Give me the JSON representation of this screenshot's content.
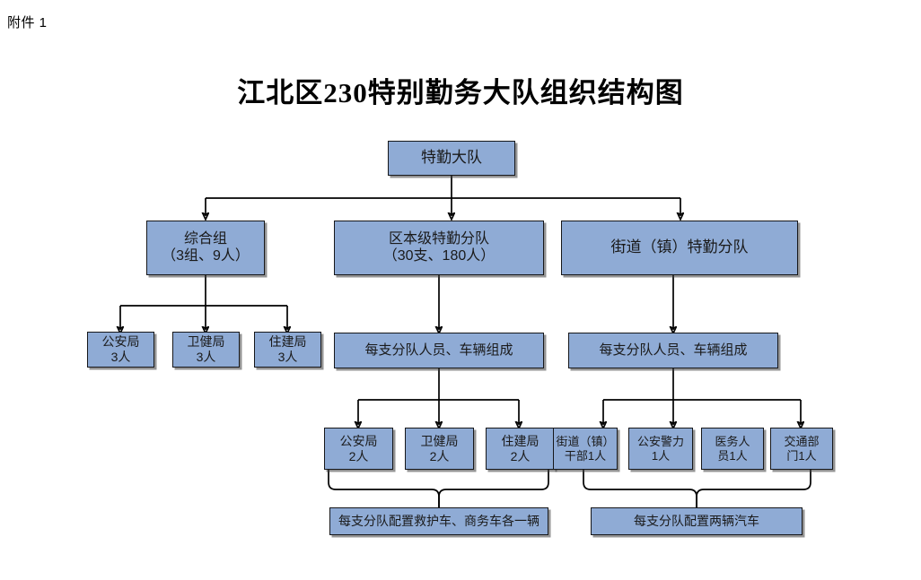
{
  "document": {
    "attachment_label": "附件 1",
    "title": "江北区230特别勤务大队组织结构图"
  },
  "theme": {
    "node_fill": "#8FABD5",
    "node_border": "#16171A",
    "connector_color": "#000000",
    "page_background": "#FFFFFF"
  },
  "chart_data": {
    "type": "diagram",
    "subtype": "organization-chart",
    "title": "江北区230特别勤务大队组织结构图",
    "orientation": "top-down",
    "nodes": [
      {
        "id": "root",
        "label": "特勤大队",
        "lines": [
          "特勤大队"
        ],
        "level": 0
      },
      {
        "id": "l1a",
        "label": "综合组（3组、9人）",
        "lines": [
          "综合组",
          "（3组、9人）"
        ],
        "level": 1
      },
      {
        "id": "l1b",
        "label": "区本级特勤分队（30支、180人）",
        "lines": [
          "区本级特勤分队",
          "（30支、180人）"
        ],
        "level": 1
      },
      {
        "id": "l1c",
        "label": "街道（镇）特勤分队",
        "lines": [
          "街道（镇）特勤分队"
        ],
        "level": 1
      },
      {
        "id": "l2a1",
        "label": "公安局 3人",
        "lines": [
          "公安局",
          "3人"
        ],
        "level": 2
      },
      {
        "id": "l2a2",
        "label": "卫健局 3人",
        "lines": [
          "卫健局",
          "3人"
        ],
        "level": 2
      },
      {
        "id": "l2a3",
        "label": "住建局 3人",
        "lines": [
          "住建局",
          "3人"
        ],
        "level": 2
      },
      {
        "id": "l2b",
        "label": "每支分队人员、车辆组成",
        "lines": [
          "每支分队人员、车辆组成"
        ],
        "level": 2
      },
      {
        "id": "l2c",
        "label": "每支分队人员、车辆组成",
        "lines": [
          "每支分队人员、车辆组成"
        ],
        "level": 2
      },
      {
        "id": "l3b1",
        "label": "公安局 2人",
        "lines": [
          "公安局",
          "2人"
        ],
        "level": 3
      },
      {
        "id": "l3b2",
        "label": "卫健局 2人",
        "lines": [
          "卫健局",
          "2人"
        ],
        "level": 3
      },
      {
        "id": "l3b3",
        "label": "住建局 2人",
        "lines": [
          "住建局",
          "2人"
        ],
        "level": 3
      },
      {
        "id": "l3c1",
        "label": "街道（镇）干部1人",
        "lines": [
          "街道（镇）",
          "干部1人"
        ],
        "level": 3
      },
      {
        "id": "l3c2",
        "label": "公安警力 1人",
        "lines": [
          "公安警力",
          "1人"
        ],
        "level": 3
      },
      {
        "id": "l3c3",
        "label": "医务人员1人",
        "lines": [
          "医务人",
          "员1人"
        ],
        "level": 3
      },
      {
        "id": "l3c4",
        "label": "交通部门1人",
        "lines": [
          "交通部",
          "门1人"
        ],
        "level": 3
      },
      {
        "id": "l4b",
        "label": "每支分队配置救护车、商务车各一辆",
        "lines": [
          "每支分队配置救护车、商务车各一辆"
        ],
        "level": 4
      },
      {
        "id": "l4c",
        "label": "每支分队配置两辆汽车",
        "lines": [
          "每支分队配置两辆汽车"
        ],
        "level": 4
      }
    ],
    "edges": [
      {
        "from": "root",
        "to": "l1a"
      },
      {
        "from": "root",
        "to": "l1b"
      },
      {
        "from": "root",
        "to": "l1c"
      },
      {
        "from": "l1a",
        "to": "l2a1"
      },
      {
        "from": "l1a",
        "to": "l2a2"
      },
      {
        "from": "l1a",
        "to": "l2a3"
      },
      {
        "from": "l1b",
        "to": "l2b"
      },
      {
        "from": "l1c",
        "to": "l2c"
      },
      {
        "from": "l2b",
        "to": "l3b1"
      },
      {
        "from": "l2b",
        "to": "l3b2"
      },
      {
        "from": "l2b",
        "to": "l3b3"
      },
      {
        "from": "l2c",
        "to": "l3c1"
      },
      {
        "from": "l2c",
        "to": "l3c2"
      },
      {
        "from": "l2c",
        "to": "l3c3"
      },
      {
        "from": "l2c",
        "to": "l3c4"
      },
      {
        "from": "l3b1",
        "to": "l4b"
      },
      {
        "from": "l3b3",
        "to": "l4b"
      },
      {
        "from": "l3c1",
        "to": "l4c"
      },
      {
        "from": "l3c4",
        "to": "l4c"
      }
    ]
  },
  "nodes": {
    "root": {
      "l1": "特勤大队"
    },
    "l1a": {
      "l1": "综合组",
      "l2": "（3组、9人）"
    },
    "l1b": {
      "l1": "区本级特勤分队",
      "l2": "（30支、180人）"
    },
    "l1c": {
      "l1": "街道（镇）特勤分队"
    },
    "l2a1": {
      "l1": "公安局",
      "l2": "3人"
    },
    "l2a2": {
      "l1": "卫健局",
      "l2": "3人"
    },
    "l2a3": {
      "l1": "住建局",
      "l2": "3人"
    },
    "l2b": {
      "l1": "每支分队人员、车辆组成"
    },
    "l2c": {
      "l1": "每支分队人员、车辆组成"
    },
    "l3b1": {
      "l1": "公安局",
      "l2": "2人"
    },
    "l3b2": {
      "l1": "卫健局",
      "l2": "2人"
    },
    "l3b3": {
      "l1": "住建局",
      "l2": "2人"
    },
    "l3c1": {
      "l1": "街道（镇）",
      "l2": "干部1人"
    },
    "l3c2": {
      "l1": "公安警力",
      "l2": "1人"
    },
    "l3c3": {
      "l1": "医务人",
      "l2": "员1人"
    },
    "l3c4": {
      "l1": "交通部",
      "l2": "门1人"
    },
    "l4b": {
      "l1": "每支分队配置救护车、商务车各一辆"
    },
    "l4c": {
      "l1": "每支分队配置两辆汽车"
    }
  }
}
